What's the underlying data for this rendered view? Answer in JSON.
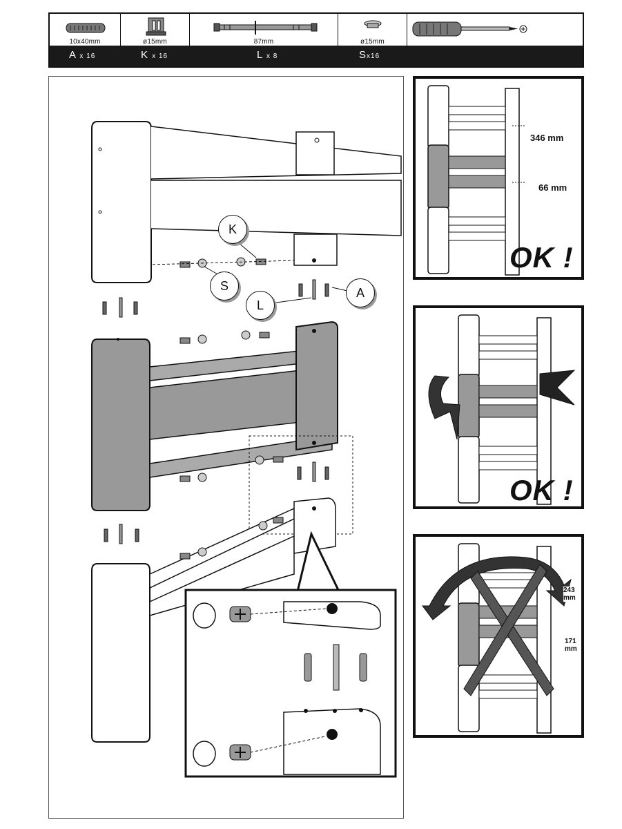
{
  "parts": [
    {
      "id": "A",
      "spec": "10x40mm",
      "qty_letter": "A",
      "qty_mult": "x 16",
      "icon": "dowel-icon"
    },
    {
      "id": "K",
      "spec": "ø15mm",
      "qty_letter": "K",
      "qty_mult": "x 16",
      "icon": "cam-lock-icon"
    },
    {
      "id": "L",
      "spec": "87mm",
      "qty_letter": "L",
      "qty_mult": "x 8",
      "icon": "connecting-bolt-icon"
    },
    {
      "id": "S",
      "spec": "ø15mm",
      "qty_letter": "S",
      "qty_mult": "x16",
      "icon": "cover-cap-icon"
    },
    {
      "id": "tool",
      "spec": "",
      "icon": "phillips-screwdriver-icon"
    }
  ],
  "callouts": {
    "k": "K",
    "s": "S",
    "l": "L",
    "a": "A"
  },
  "panel_correct_1": {
    "dim_top": "346 mm",
    "dim_bottom": "66 mm",
    "verdict": "OK !"
  },
  "panel_correct_2": {
    "verdict": "OK !"
  },
  "panel_wrong": {
    "dim_top": "243 mm",
    "dim_bottom": "171 mm"
  }
}
